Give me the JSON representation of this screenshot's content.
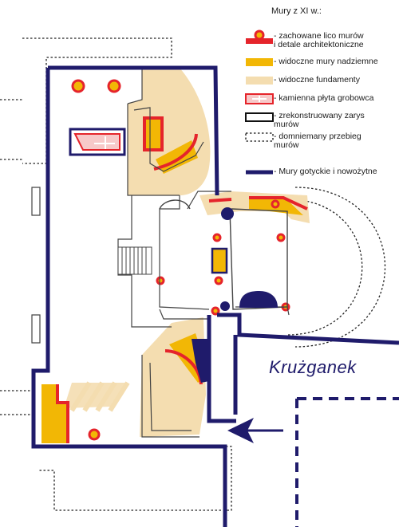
{
  "legend": {
    "title": "Mury z XI w.:",
    "items": [
      {
        "key": "preserved",
        "label": "- zachowane lico murów",
        "label2": "i detale architektoniczne",
        "icon": "red-bar-with-dot"
      },
      {
        "key": "visible-walls",
        "label": "- widoczne mury nadziemne",
        "label2": "",
        "icon": "orange-bar"
      },
      {
        "key": "foundations",
        "label": "- widoczne fundamenty",
        "label2": "",
        "icon": "beige-bar"
      },
      {
        "key": "tomb-slab",
        "label": "- kamienna płyta grobowca",
        "label2": "",
        "icon": "tomb-slab-icon"
      },
      {
        "key": "reconstructed",
        "label": "- zrekonstruowany zarys",
        "label2": "murów",
        "icon": "black-outline-box"
      },
      {
        "key": "presumed",
        "label": "- domniemany przebieg",
        "label2": "murów",
        "icon": "dotted-outline-box"
      },
      {
        "key": "gothic",
        "label": "- Mury gotyckie i nowożytne",
        "label2": "",
        "icon": "navy-line"
      }
    ]
  },
  "cloister_label": "Krużganek",
  "colors": {
    "navy": "#1f1b6b",
    "red": "#e5242b",
    "orange": "#f2b705",
    "beige": "#f4ddb0",
    "tomb_fill": "#f7c9c9",
    "grey": "#444444"
  }
}
